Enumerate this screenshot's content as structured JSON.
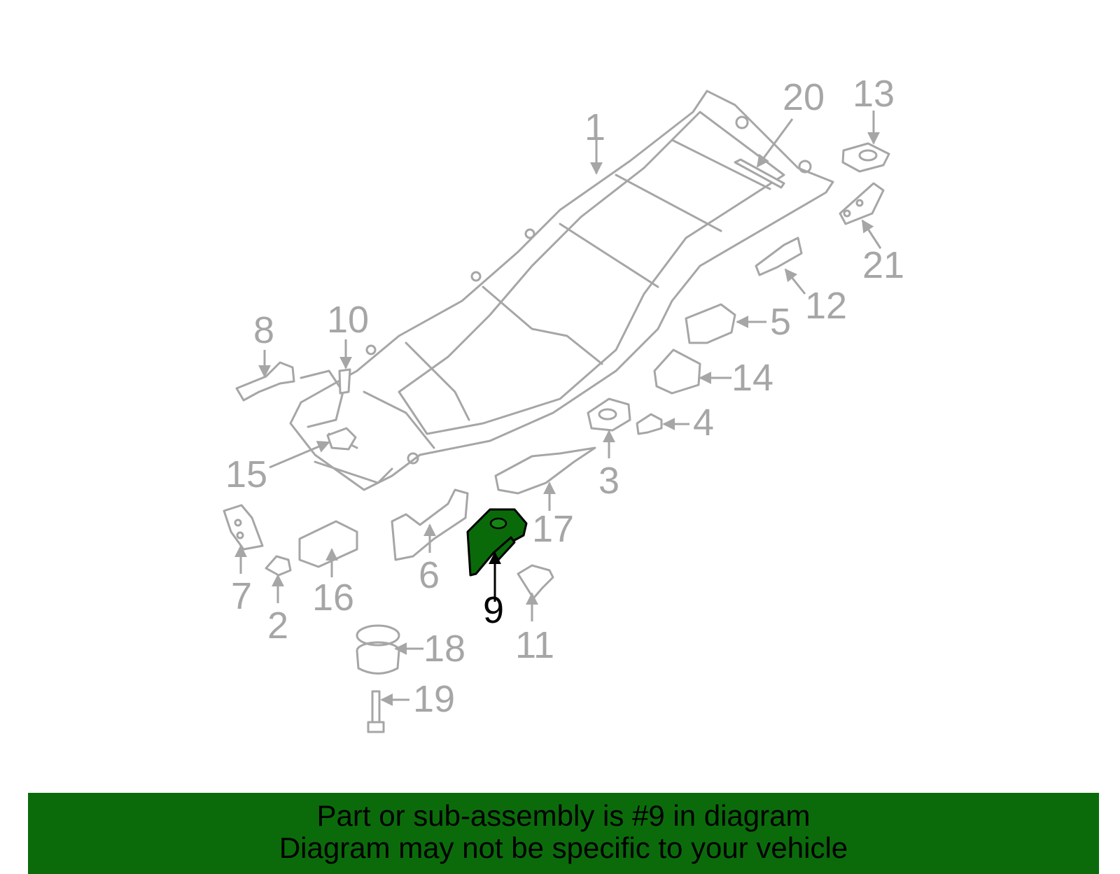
{
  "highlighted_part": "9",
  "callouts": [
    "1",
    "2",
    "3",
    "4",
    "5",
    "6",
    "7",
    "8",
    "9",
    "10",
    "11",
    "12",
    "13",
    "14",
    "15",
    "16",
    "17",
    "18",
    "19",
    "20",
    "21"
  ],
  "banner": {
    "line1": "Part or sub-assembly is #9 in diagram",
    "line2": "Diagram may not be specific to your vehicle"
  },
  "colors": {
    "highlight_fill": "#0a6a0a",
    "banner_background": "#0b6b0b",
    "part_outline": "#a6a6a6",
    "active_label": "#000000"
  }
}
